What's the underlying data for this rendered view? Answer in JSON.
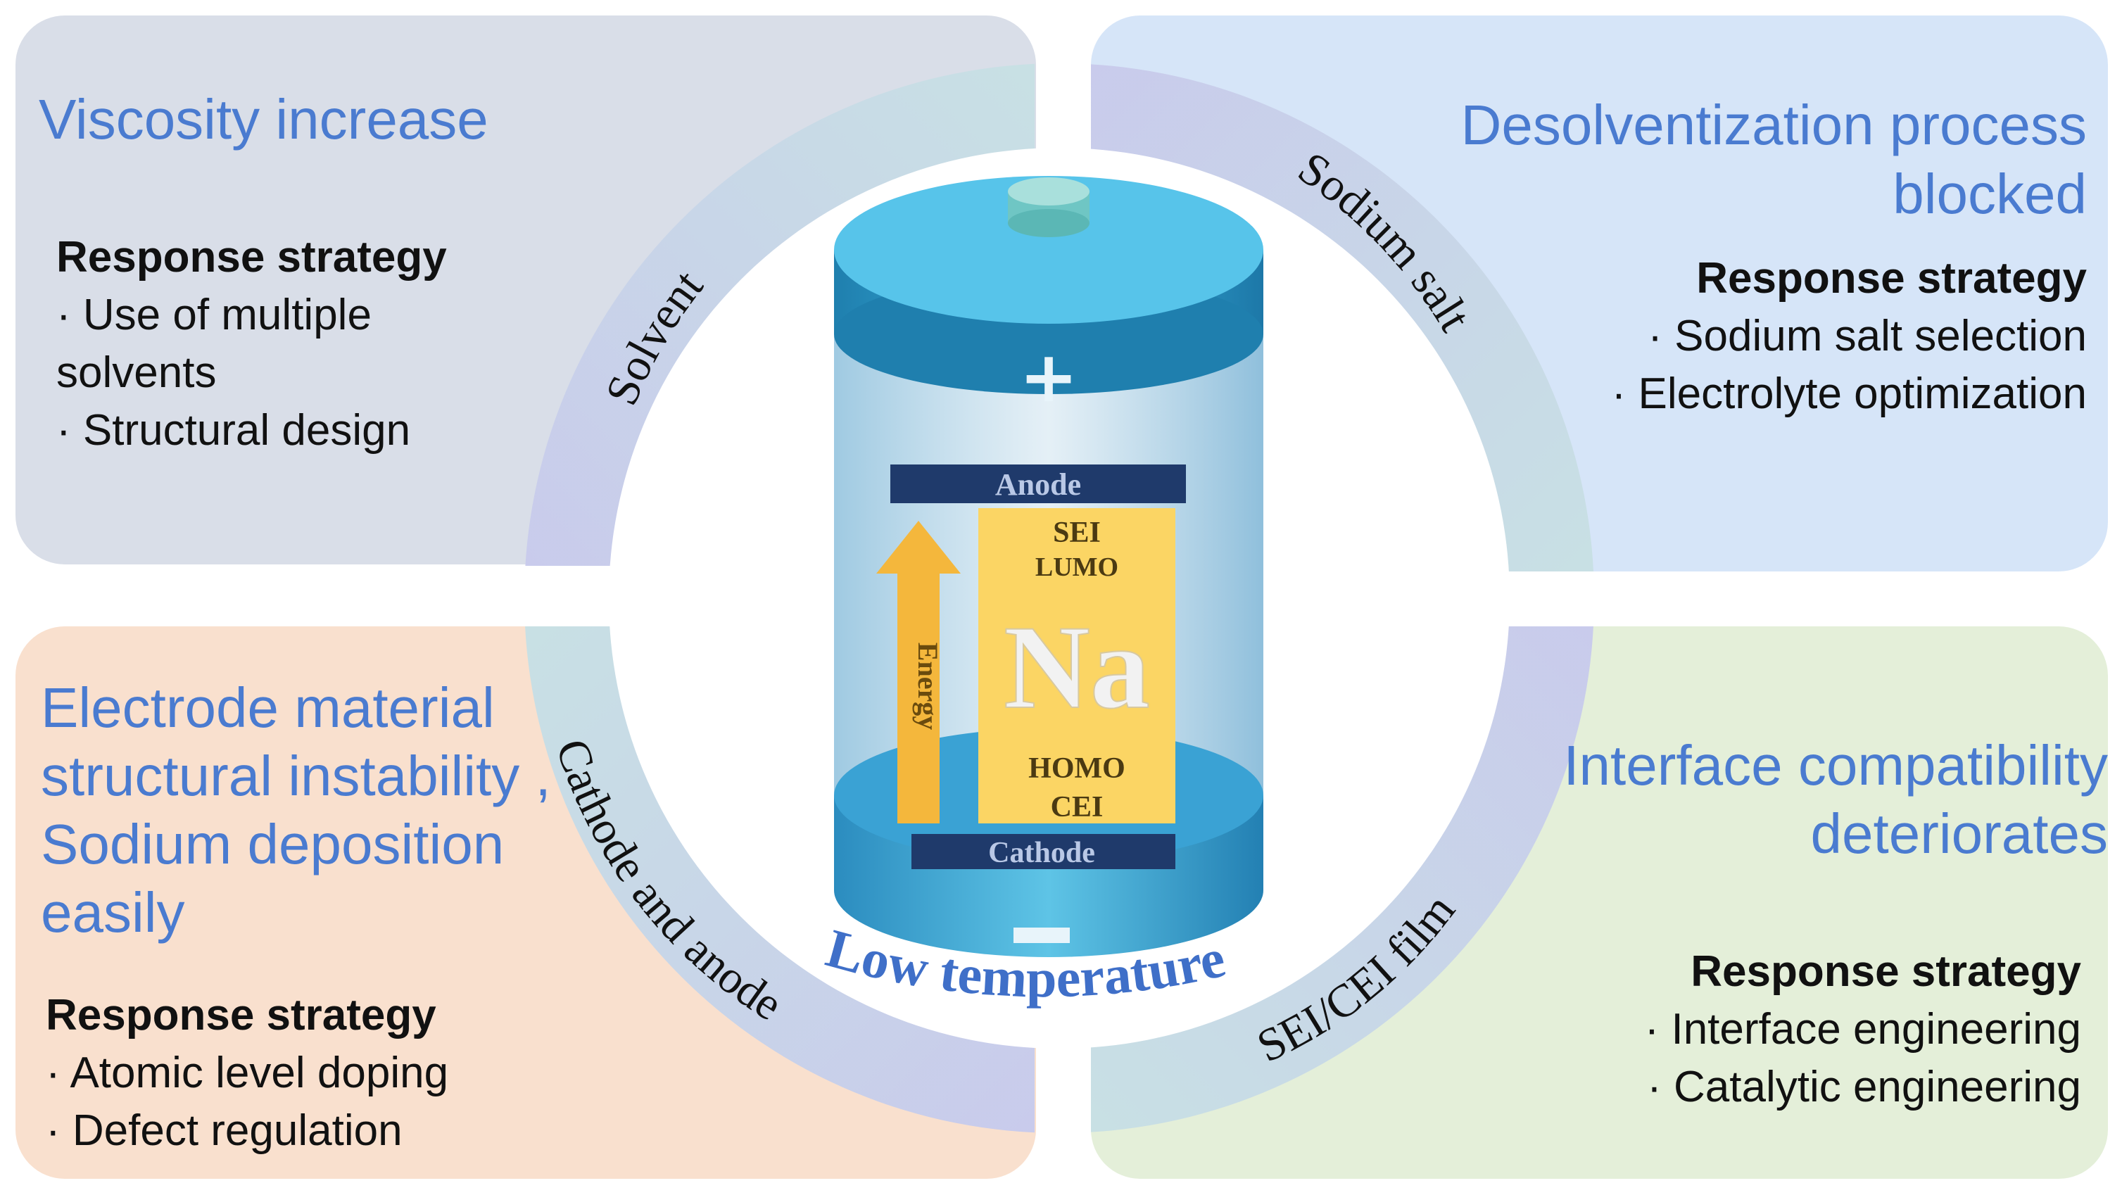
{
  "quadrants": {
    "top_left": {
      "title": "Viscosity increase",
      "strategy_heading": "Response strategy",
      "items": [
        "· Use of multiple",
        "solvents",
        "· Structural design"
      ]
    },
    "top_right": {
      "title_line1": "Desolventization process",
      "title_line2": "blocked",
      "strategy_heading": "Response strategy",
      "items": [
        "· Sodium salt selection",
        "· Electrolyte optimization"
      ]
    },
    "bottom_left": {
      "title_lines": [
        "Electrode material",
        "structural instability ,",
        "Sodium deposition",
        "easily"
      ],
      "strategy_heading": "Response strategy",
      "items": [
        "· Atomic level doping",
        "· Defect regulation"
      ]
    },
    "bottom_right": {
      "title_line1": "Interface compatibility",
      "title_line2": "deteriorates",
      "strategy_heading": "Response strategy",
      "items": [
        "· Interface engineering",
        "· Catalytic engineering"
      ]
    }
  },
  "ring_labels": {
    "solvent": "Solvent",
    "sodium_salt": "Sodium salt",
    "cathode_and_anode": "Cathode and anode",
    "sei_cei_film": "SEI/CEI film",
    "low_temperature": "Low temperature"
  },
  "battery": {
    "anode": "Anode",
    "cathode": "Cathode",
    "sei": "SEI",
    "lumo": "LUMO",
    "homo": "HOMO",
    "cei": "CEI",
    "element": "Na",
    "energy": "Energy",
    "plus": "+",
    "minus": "−"
  },
  "colors": {
    "title_blue": "#4a7bd0",
    "battery_blue": "#3aa6d6",
    "anode_navy": "#1f3a6b",
    "na_yellow": "#fbd564",
    "energy_arrow": "#f4b73c"
  }
}
